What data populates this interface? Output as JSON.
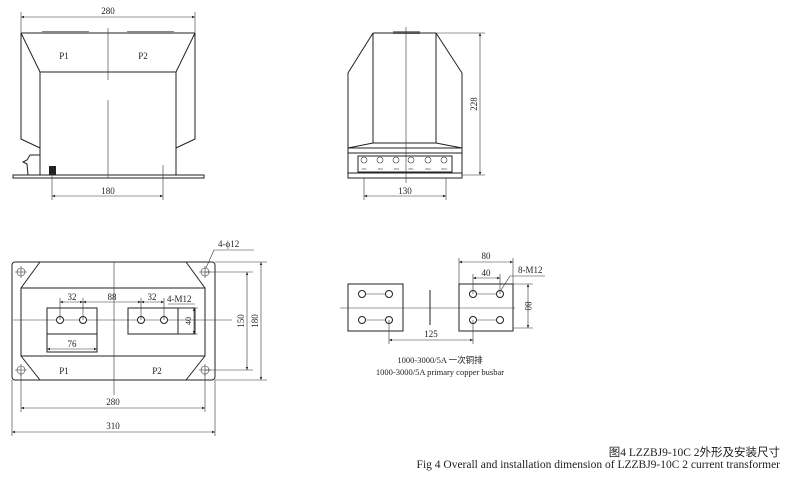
{
  "front_view": {
    "dim_top": "280",
    "dim_bottom": "180",
    "label_p1": "P1",
    "label_p2": "P2"
  },
  "side_view": {
    "dim_height": "228",
    "dim_bottom": "130",
    "terminals": [
      "1S1",
      "1S2",
      "1S3",
      "2S1",
      "2S2",
      "2S3"
    ]
  },
  "bottom_view": {
    "hole_note": "4-ϕ12",
    "dim_32a": "32",
    "dim_88": "88",
    "dim_32b": "32",
    "thread_note": "4-M12",
    "dim_40": "40",
    "dim_76": "76",
    "dim_150": "150",
    "dim_180": "180",
    "dim_280": "280",
    "dim_310": "310",
    "label_p1": "P1",
    "label_p2": "P2"
  },
  "busbar": {
    "dim_80_top": "80",
    "dim_40": "40",
    "thread_note": "8-M12",
    "dim_80_side": "80",
    "dim_125": "125",
    "caption_cn": "1000-3000/5A 一次铜排",
    "caption_en": "1000-3000/5A primary copper busbar"
  },
  "caption": {
    "cn": "图4 LZZBJ9-10C 2外形及安装尺寸",
    "en": "Fig 4 Overall and installation dimension of LZZBJ9-10C  2 current transformer"
  }
}
